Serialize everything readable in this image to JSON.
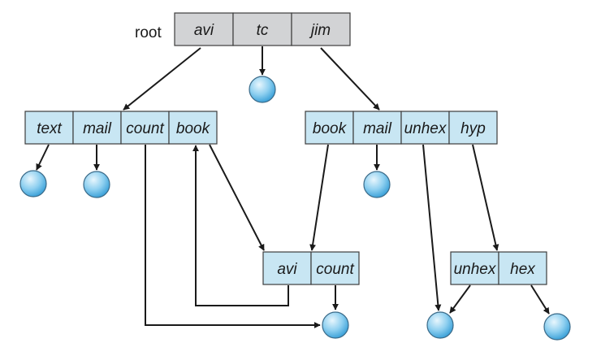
{
  "root_label": "root",
  "root_dir": [
    "avi",
    "tc",
    "jim"
  ],
  "avi_dir": [
    "text",
    "mail",
    "count",
    "book"
  ],
  "jim_dir": [
    "book",
    "mail",
    "unhex",
    "hyp"
  ],
  "shared_dir": [
    "avi",
    "count"
  ],
  "hyp_dir": [
    "unhex",
    "hex"
  ],
  "colors": {
    "directory_root": "#d2d3d5",
    "directory": "#c8e6f3",
    "file_light": "#e8f6fd",
    "file_mid": "#8fd0f0",
    "file_dark": "#3aa0d8",
    "line": "#1a1a1a"
  }
}
